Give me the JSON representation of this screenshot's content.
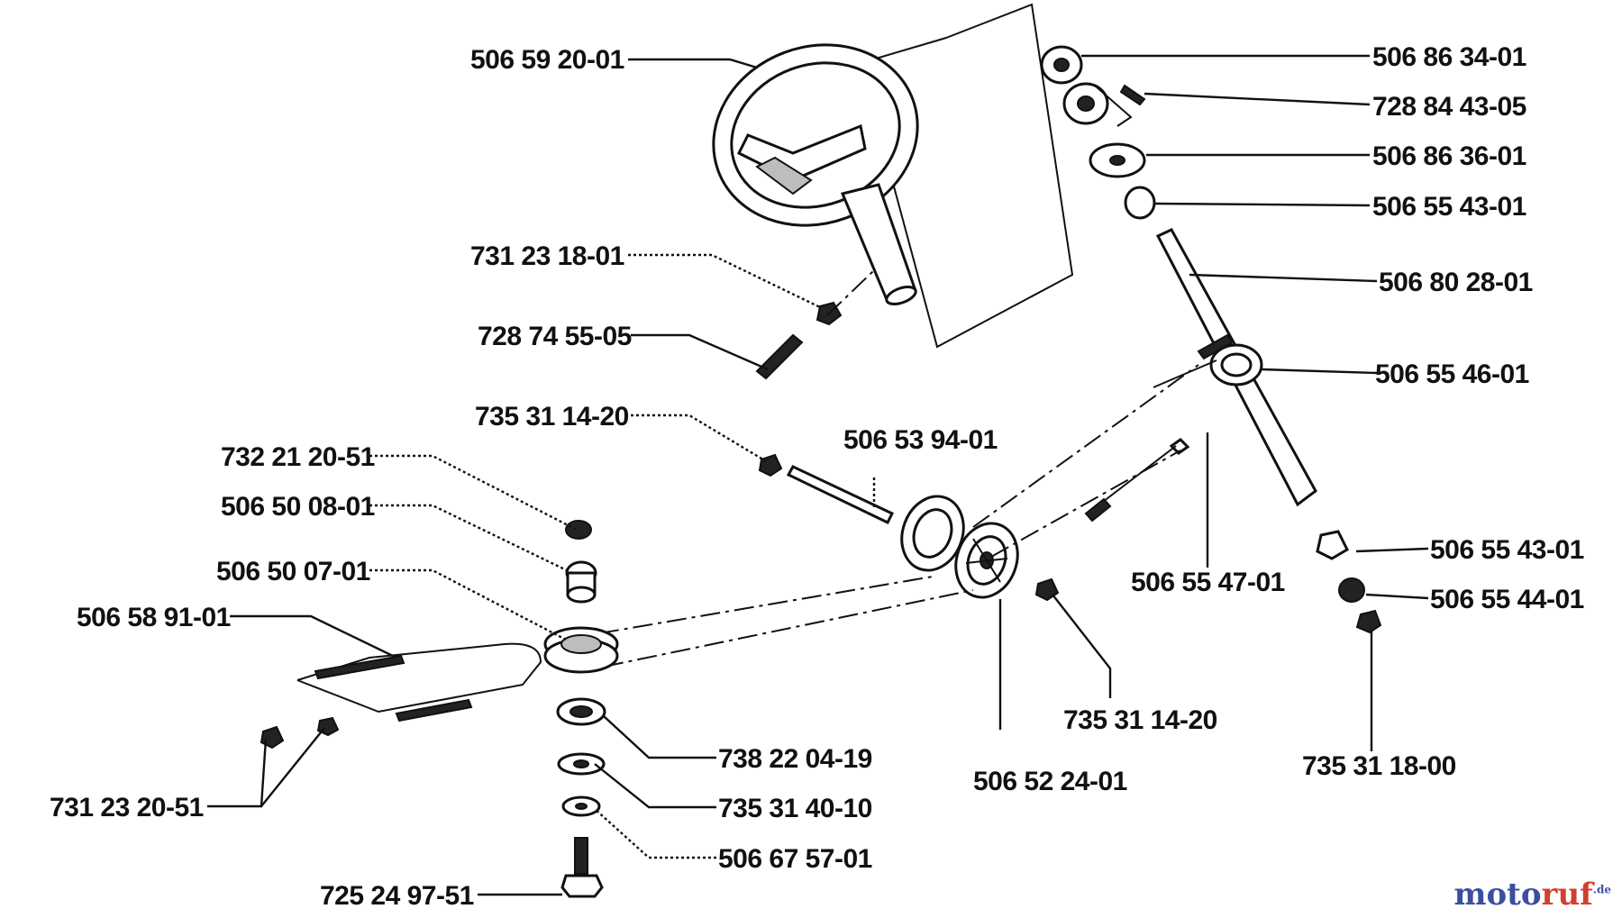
{
  "parts": [
    {
      "id": "steering-wheel",
      "number": "506 59 20-01"
    },
    {
      "id": "nut-wheel",
      "number": "731 23 18-01"
    },
    {
      "id": "screw-wheel",
      "number": "728 74 55-05"
    },
    {
      "id": "nut-rod",
      "number": "735 31 14-20"
    },
    {
      "id": "nut-pulley-top",
      "number": "732 21 20-51"
    },
    {
      "id": "bushing-top",
      "number": "506 50 08-01"
    },
    {
      "id": "spacer-top",
      "number": "506 50 07-01"
    },
    {
      "id": "cable",
      "number": "506 58 91-01"
    },
    {
      "id": "nut-cable",
      "number": "731 23 20-51"
    },
    {
      "id": "bearing-lower",
      "number": "738 22 04-19"
    },
    {
      "id": "washer-lower",
      "number": "735 31 40-10"
    },
    {
      "id": "washer-flat-lower",
      "number": "506 67 57-01"
    },
    {
      "id": "bolt-lower",
      "number": "725 24 97-51"
    },
    {
      "id": "rod",
      "number": "506 53 94-01"
    },
    {
      "id": "pulley-pair",
      "number": "506 52 24-01"
    },
    {
      "id": "nut-pulley",
      "number": "735 31 14-20"
    },
    {
      "id": "tension-rod",
      "number": "506 55 47-01"
    },
    {
      "id": "cap-top",
      "number": "506 86 34-01"
    },
    {
      "id": "spring-top",
      "number": "728 84 43-05"
    },
    {
      "id": "washer-top",
      "number": "506 86 36-01"
    },
    {
      "id": "bushing-column-top",
      "number": "506 55 43-01"
    },
    {
      "id": "steering-column",
      "number": "506 80 28-01"
    },
    {
      "id": "column-pulley",
      "number": "506 55 46-01"
    },
    {
      "id": "bushing-column-bottom",
      "number": "506 55 43-01"
    },
    {
      "id": "washer-column-bottom",
      "number": "506 55 44-01"
    },
    {
      "id": "nut-column-bottom",
      "number": "735 31 18-00"
    }
  ],
  "watermark": {
    "part1": "moto",
    "part2": "ruf",
    "suffix": ".de"
  },
  "colors": {
    "line": "#111111",
    "watermark_blue": "#3b4fa0",
    "watermark_red": "#d04030"
  }
}
